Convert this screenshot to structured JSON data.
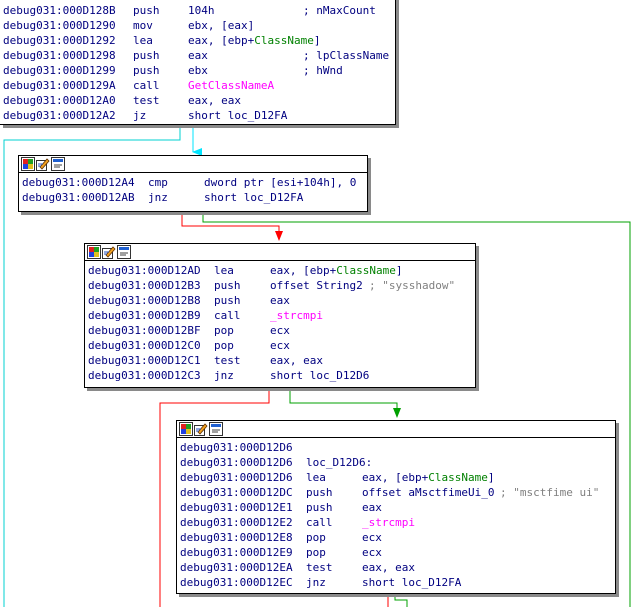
{
  "blocks": [
    {
      "id": "block-d128b",
      "rows": [
        {
          "addr": "debug031:000D128B",
          "mn": "push",
          "op": [
            {
              "t": "104h",
              "c": "plain"
            }
          ],
          "cm": "; nMaxCount",
          "cmc": "blue"
        },
        {
          "addr": "debug031:000D1290",
          "mn": "mov",
          "op": [
            {
              "t": "ebx, [eax]",
              "c": "plain"
            }
          ],
          "cm": "",
          "cmc": ""
        },
        {
          "addr": "debug031:000D1292",
          "mn": "lea",
          "op": [
            {
              "t": "eax, [ebp+",
              "c": "plain"
            },
            {
              "t": "ClassName",
              "c": "sym"
            },
            {
              "t": "]",
              "c": "plain"
            }
          ],
          "cm": "",
          "cmc": ""
        },
        {
          "addr": "debug031:000D1298",
          "mn": "push",
          "op": [
            {
              "t": "eax",
              "c": "plain"
            }
          ],
          "cm": "; lpClassName",
          "cmc": "blue"
        },
        {
          "addr": "debug031:000D1299",
          "mn": "push",
          "op": [
            {
              "t": "ebx",
              "c": "plain"
            }
          ],
          "cm": "; hWnd",
          "cmc": "blue"
        },
        {
          "addr": "debug031:000D129A",
          "mn": "call",
          "op": [
            {
              "t": "GetClassNameA",
              "c": "fn"
            }
          ],
          "cm": "",
          "cmc": ""
        },
        {
          "addr": "debug031:000D12A0",
          "mn": "test",
          "op": [
            {
              "t": "eax, eax",
              "c": "plain"
            }
          ],
          "cm": "",
          "cmc": ""
        },
        {
          "addr": "debug031:000D12A2",
          "mn": "jz",
          "op": [
            {
              "t": "short loc_D12FA",
              "c": "plain"
            }
          ],
          "cm": "",
          "cmc": ""
        }
      ]
    },
    {
      "id": "block-d12a4",
      "rows": [
        {
          "addr": "debug031:000D12A4",
          "mn": "cmp",
          "op": [
            {
              "t": "dword ptr [esi+104h], 0",
              "c": "plain"
            }
          ],
          "cm": "",
          "cmc": ""
        },
        {
          "addr": "debug031:000D12AB",
          "mn": "jnz",
          "op": [
            {
              "t": "short loc_D12FA",
              "c": "plain"
            }
          ],
          "cm": "",
          "cmc": ""
        }
      ]
    },
    {
      "id": "block-d12ad",
      "rows": [
        {
          "addr": "debug031:000D12AD",
          "mn": "lea",
          "op": [
            {
              "t": "eax, [ebp+",
              "c": "plain"
            },
            {
              "t": "ClassName",
              "c": "sym"
            },
            {
              "t": "]",
              "c": "plain"
            }
          ],
          "cm": "",
          "cmc": ""
        },
        {
          "addr": "debug031:000D12B3",
          "mn": "push",
          "op": [
            {
              "t": "offset String2",
              "c": "plain"
            }
          ],
          "cm": "; \"sysshadow\"",
          "cmc": "gray"
        },
        {
          "addr": "debug031:000D12B8",
          "mn": "push",
          "op": [
            {
              "t": "eax",
              "c": "plain"
            }
          ],
          "cm": "",
          "cmc": ""
        },
        {
          "addr": "debug031:000D12B9",
          "mn": "call",
          "op": [
            {
              "t": "_strcmpi",
              "c": "fn"
            }
          ],
          "cm": "",
          "cmc": ""
        },
        {
          "addr": "debug031:000D12BF",
          "mn": "pop",
          "op": [
            {
              "t": "ecx",
              "c": "plain"
            }
          ],
          "cm": "",
          "cmc": ""
        },
        {
          "addr": "debug031:000D12C0",
          "mn": "pop",
          "op": [
            {
              "t": "ecx",
              "c": "plain"
            }
          ],
          "cm": "",
          "cmc": ""
        },
        {
          "addr": "debug031:000D12C1",
          "mn": "test",
          "op": [
            {
              "t": "eax, eax",
              "c": "plain"
            }
          ],
          "cm": "",
          "cmc": ""
        },
        {
          "addr": "debug031:000D12C3",
          "mn": "jnz",
          "op": [
            {
              "t": "short loc_D12D6",
              "c": "plain"
            }
          ],
          "cm": "",
          "cmc": ""
        }
      ]
    },
    {
      "id": "block-d12d6",
      "rows": [
        {
          "addr": "debug031:000D12D6",
          "mn": "",
          "op": [],
          "cm": "",
          "cmc": ""
        },
        {
          "addr": "debug031:000D12D6",
          "mn": "loc_D12D6:",
          "op": [],
          "cm": "",
          "cmc": ""
        },
        {
          "addr": "debug031:000D12D6",
          "mn": "lea",
          "op": [
            {
              "t": "eax, [ebp+",
              "c": "plain"
            },
            {
              "t": "ClassName",
              "c": "sym"
            },
            {
              "t": "]",
              "c": "plain"
            }
          ],
          "cm": "",
          "cmc": ""
        },
        {
          "addr": "debug031:000D12DC",
          "mn": "push",
          "op": [
            {
              "t": "offset aMsctfimeUi_0",
              "c": "plain"
            }
          ],
          "cm": "; \"msctfime ui\"",
          "cmc": "gray"
        },
        {
          "addr": "debug031:000D12E1",
          "mn": "push",
          "op": [
            {
              "t": "eax",
              "c": "plain"
            }
          ],
          "cm": "",
          "cmc": ""
        },
        {
          "addr": "debug031:000D12E2",
          "mn": "call",
          "op": [
            {
              "t": "_strcmpi",
              "c": "fn"
            }
          ],
          "cm": "",
          "cmc": ""
        },
        {
          "addr": "debug031:000D12E8",
          "mn": "pop",
          "op": [
            {
              "t": "ecx",
              "c": "plain"
            }
          ],
          "cm": "",
          "cmc": ""
        },
        {
          "addr": "debug031:000D12E9",
          "mn": "pop",
          "op": [
            {
              "t": "ecx",
              "c": "plain"
            }
          ],
          "cm": "",
          "cmc": ""
        },
        {
          "addr": "debug031:000D12EA",
          "mn": "test",
          "op": [
            {
              "t": "eax, eax",
              "c": "plain"
            }
          ],
          "cm": "",
          "cmc": ""
        },
        {
          "addr": "debug031:000D12EC",
          "mn": "jnz",
          "op": [
            {
              "t": "short loc_D12FA",
              "c": "plain"
            }
          ],
          "cm": "",
          "cmc": ""
        }
      ]
    }
  ],
  "header_icons": [
    "color-palette-icon",
    "edit-block-icon",
    "graph-view-icon"
  ],
  "colors": {
    "background": "#ffffff",
    "text": "#000080",
    "function": "#ff00ff",
    "symbol": "#008000",
    "comment": "#808080",
    "edge_normal": "#00e5ff",
    "edge_taken": "#00a000",
    "edge_not_taken": "#ff0000",
    "edge_back": "#00c8c8"
  }
}
